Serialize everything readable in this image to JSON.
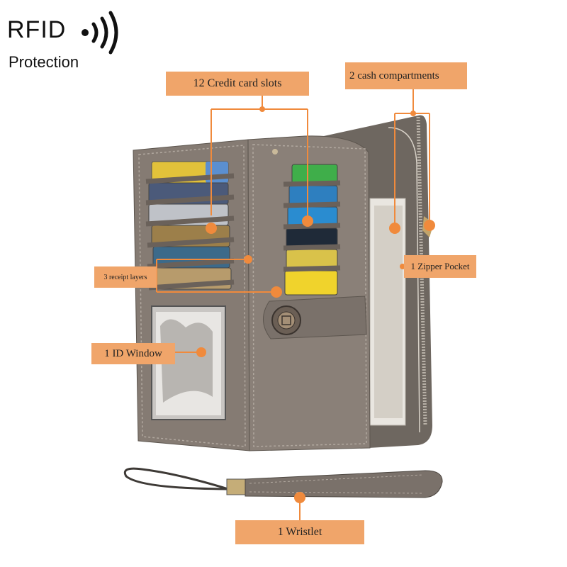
{
  "badge": {
    "rfid": "RFID",
    "protection": "Protection",
    "icon": "wifi-signal-icon"
  },
  "callouts": {
    "credit_cards": "12 Credit card slots",
    "cash": "2 cash compartments",
    "receipt": "3 receipt layers",
    "zipper": "1 Zipper Pocket",
    "id_window": "1 ID Window",
    "wristlet": "1 Wristlet"
  },
  "colors": {
    "callout_bg": "#f0a56a",
    "leader_line": "#f08a3c",
    "wallet": "#8a8078"
  }
}
